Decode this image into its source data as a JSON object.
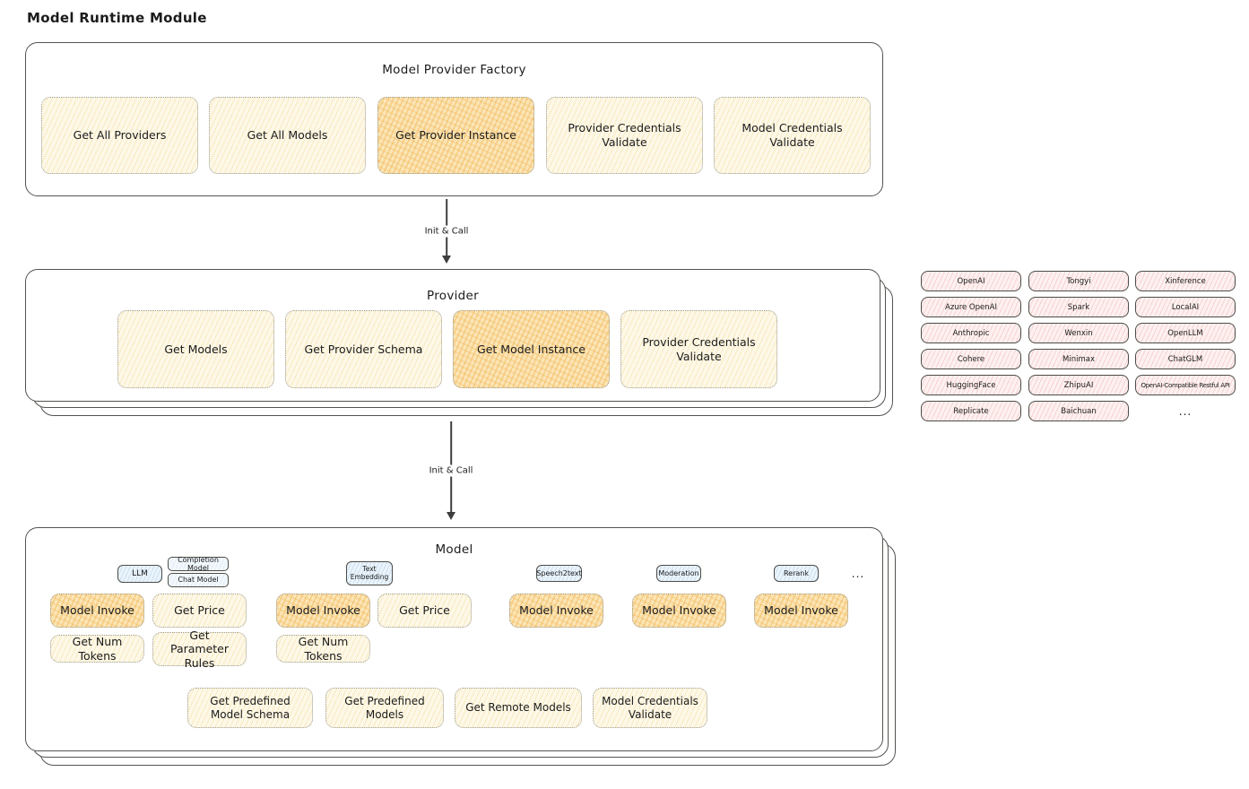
{
  "title": "Model Runtime Module",
  "colors": {
    "node_fill": "#fdf8e7",
    "node_highlight": "#fbe5b6",
    "provider_pill": "#fdf1f0",
    "type_tag": "#ebf4fb"
  },
  "factory": {
    "title": "Model Provider Factory",
    "items": [
      {
        "label": "Get All Providers",
        "highlighted": false
      },
      {
        "label": "Get All Models",
        "highlighted": false
      },
      {
        "label": "Get Provider Instance",
        "highlighted": true
      },
      {
        "label": "Provider Credentials Validate",
        "highlighted": false
      },
      {
        "label": "Model Credentials Validate",
        "highlighted": false
      }
    ]
  },
  "flows": [
    {
      "label": "Init & Call"
    },
    {
      "label": "Init & Call"
    }
  ],
  "provider": {
    "title": "Provider",
    "items": [
      {
        "label": "Get Models",
        "highlighted": false
      },
      {
        "label": "Get Provider Schema",
        "highlighted": false
      },
      {
        "label": "Get Model Instance",
        "highlighted": true
      },
      {
        "label": "Provider Credentials Validate",
        "highlighted": false
      }
    ]
  },
  "providers": {
    "col1": [
      "OpenAI",
      "Azure OpenAI",
      "Anthropic",
      "Cohere",
      "HuggingFace",
      "Replicate"
    ],
    "col2": [
      "Tongyi",
      "Spark",
      "Wenxin",
      "Minimax",
      "ZhipuAI",
      "Baichuan"
    ],
    "col3": [
      "Xinference",
      "LocalAI",
      "OpenLLM",
      "ChatGLM",
      "OpenAI-Compatible Restful API"
    ],
    "more": "..."
  },
  "model": {
    "title": "Model",
    "tags": {
      "llm": "LLM",
      "completion": "Completion Model",
      "chat": "Chat Model",
      "text_embedding": "Text Embedding",
      "speech2text": "Speech2text",
      "moderation": "Moderation",
      "rerank": "Rerank",
      "more": "..."
    },
    "ops": {
      "model_invoke": "Model Invoke",
      "get_price": "Get Price",
      "get_num_tokens": "Get Num Tokens",
      "get_parameter_rules": "Get Parameter Rules"
    },
    "bottom": [
      "Get Predefined Model Schema",
      "Get Predefined Models",
      "Get Remote Models",
      "Model Credentials Validate"
    ]
  }
}
